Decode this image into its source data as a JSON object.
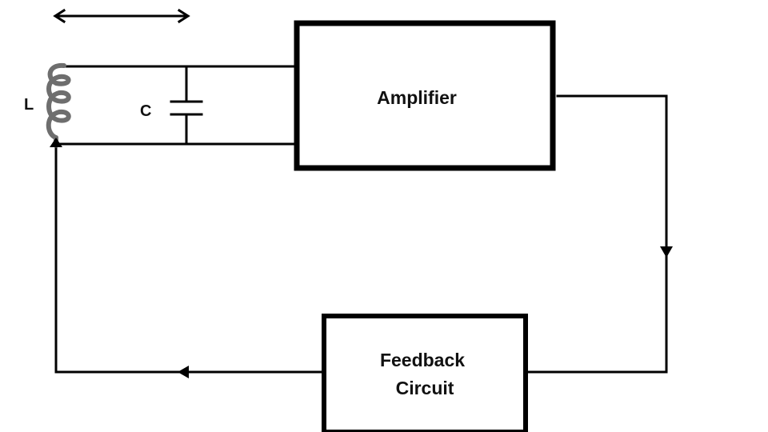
{
  "labels": {
    "inductor": "L",
    "capacitor": "C",
    "amplifier": "Amplifier",
    "feedback_line1": "Feedback",
    "feedback_line2": "Circuit"
  },
  "colors": {
    "line": "#000000",
    "coil": "#6e6e6e",
    "background": "#ffffff"
  }
}
